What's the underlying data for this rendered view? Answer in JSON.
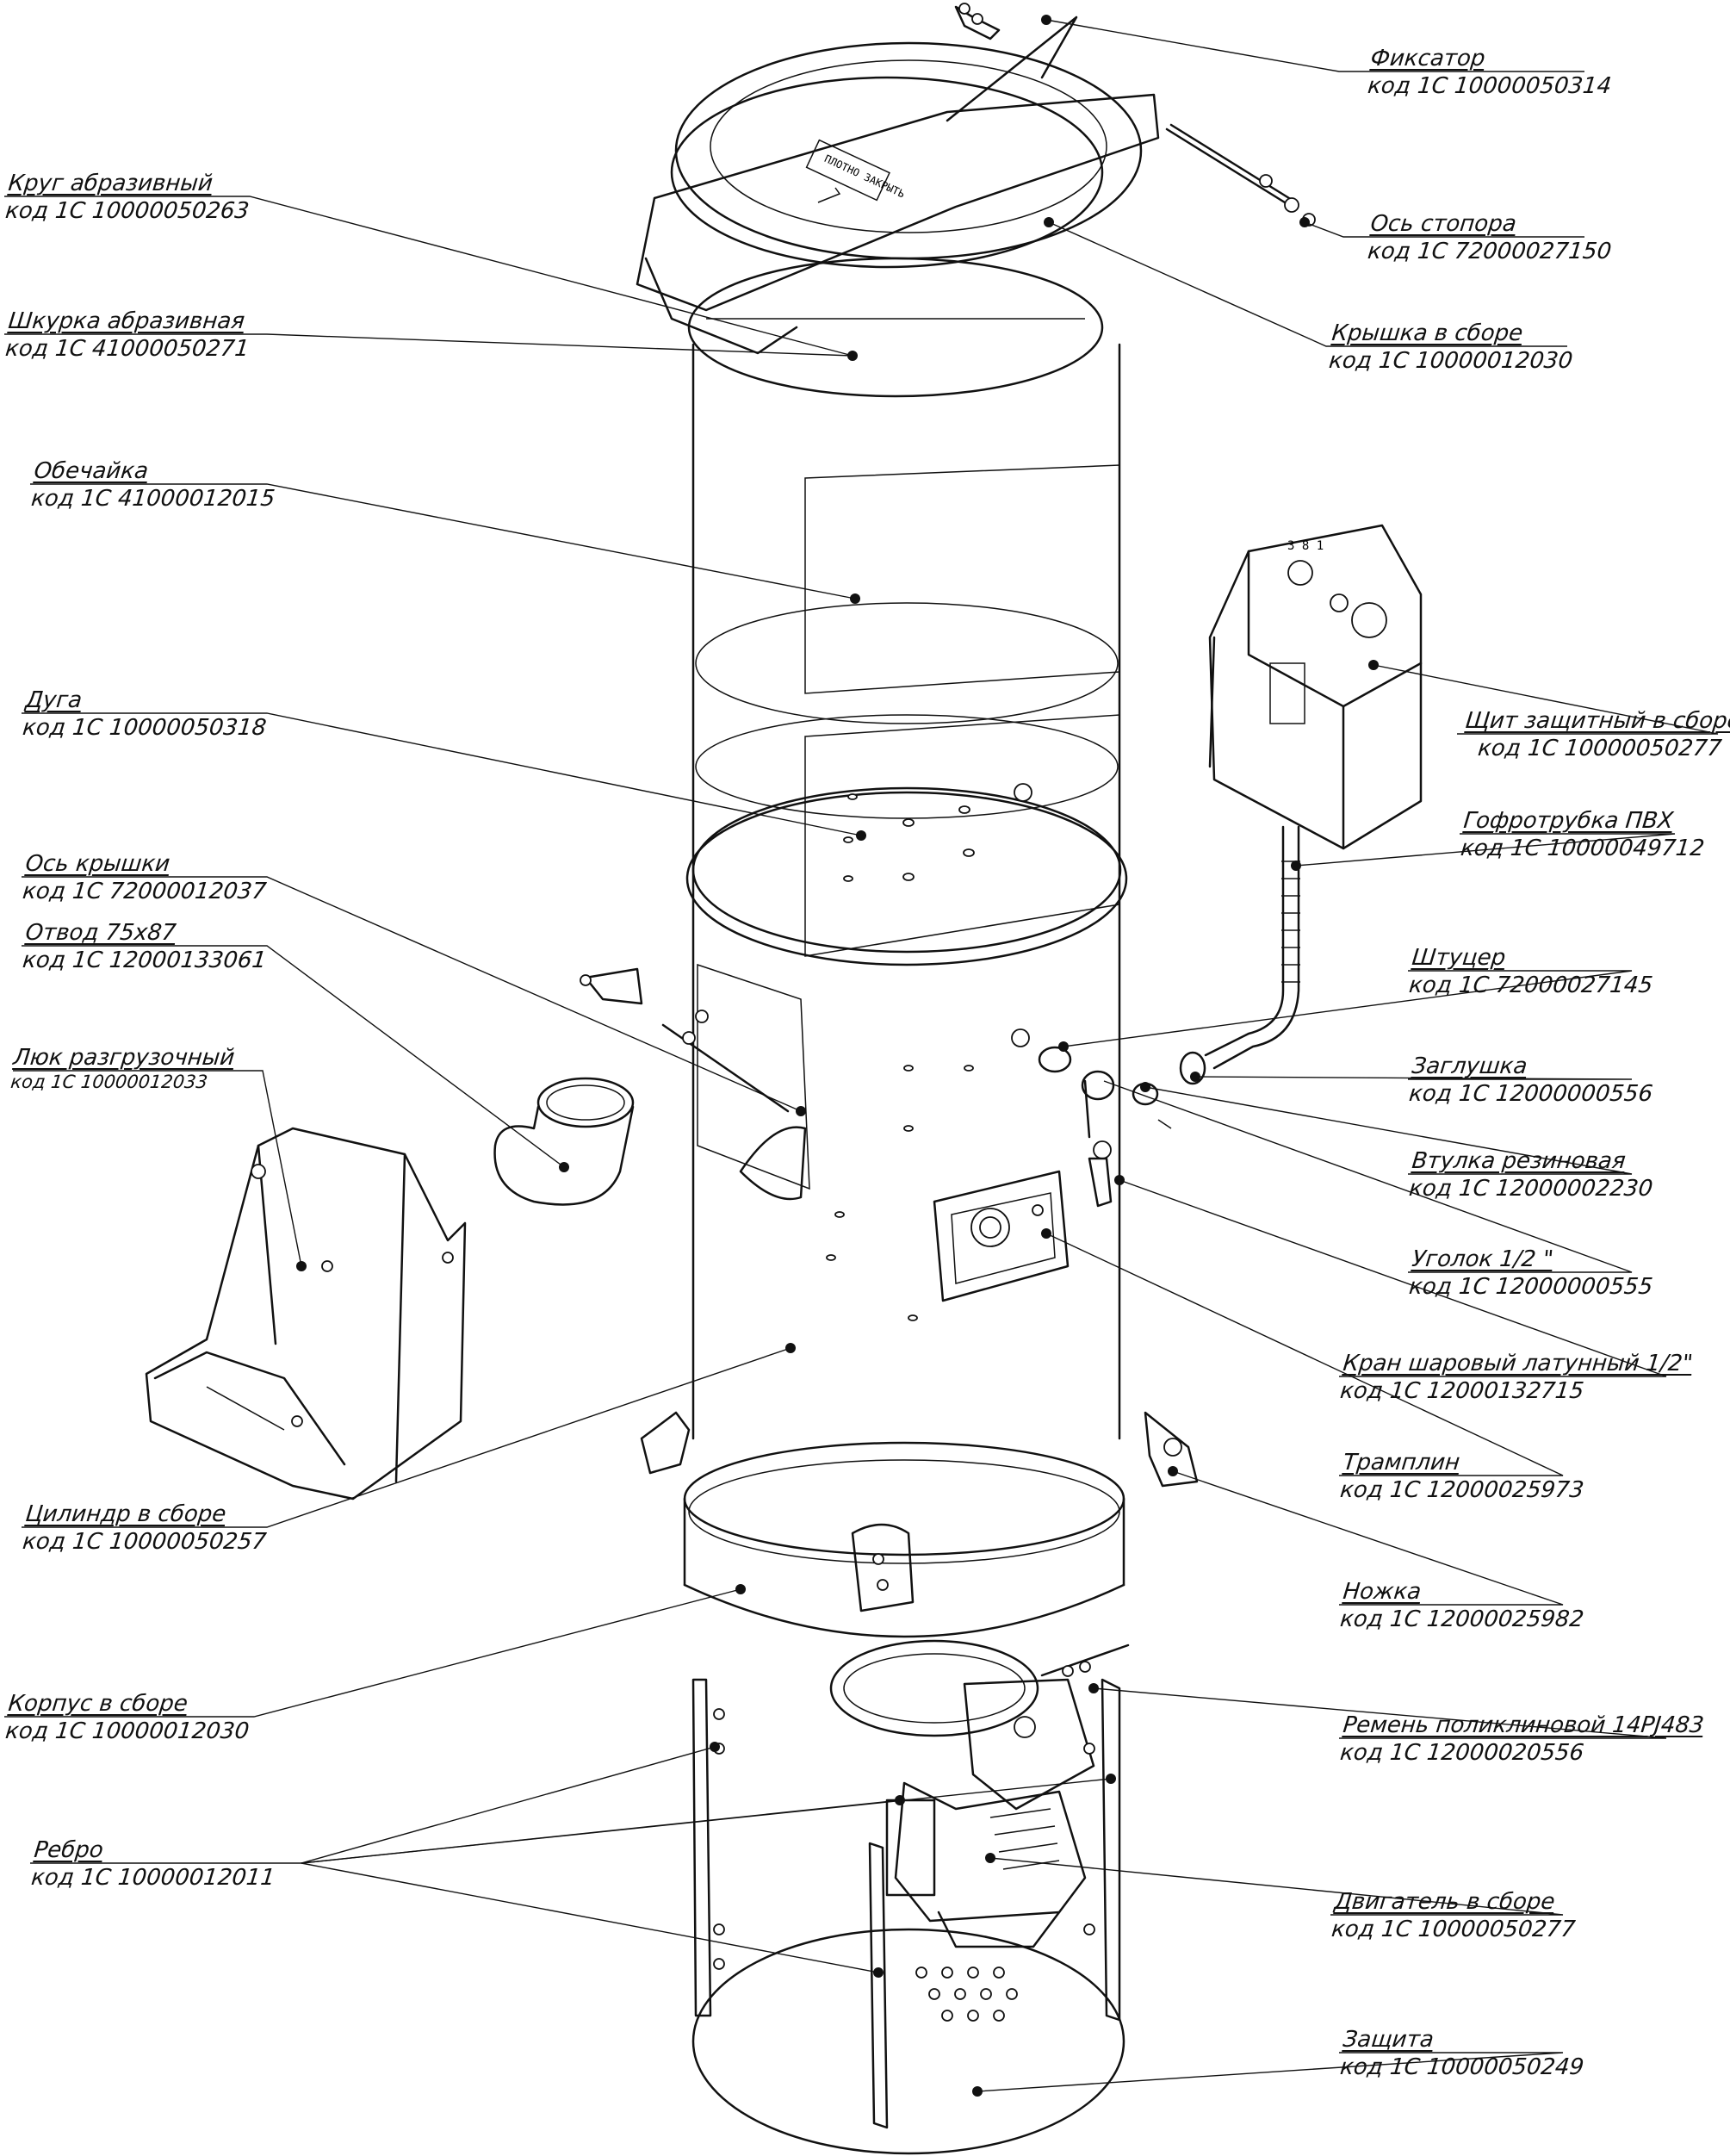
{
  "callouts": [
    {
      "id": "fiksator",
      "name": "Фиксатор",
      "code": "код 1С 10000050314"
    },
    {
      "id": "krug",
      "name": "Круг абразивный",
      "code": "код 1С 10000050263"
    },
    {
      "id": "os-stopora",
      "name": "Ось стопора",
      "code": "код 1С 72000027150"
    },
    {
      "id": "shkurka",
      "name": "Шкурка абразивная",
      "code": "код 1С 41000050271"
    },
    {
      "id": "kryshka",
      "name": "Крышка в сборе",
      "code": "код 1С 10000012030"
    },
    {
      "id": "obechaika",
      "name": "Обечайка",
      "code": "код 1С 41000012015"
    },
    {
      "id": "shchit",
      "name": "Щит защитный в сборе",
      "code": "код 1С 10000050277"
    },
    {
      "id": "duga",
      "name": "Дуга",
      "code": "код 1С 10000050318"
    },
    {
      "id": "gofrotrubka",
      "name": "Гофротрубка ПВХ",
      "code": "код 1С 10000049712"
    },
    {
      "id": "os-kryshki",
      "name": "Ось крышки",
      "code": "код 1С 72000012037"
    },
    {
      "id": "otvod",
      "name": "Отвод 75х87",
      "code": "код 1С 12000133061"
    },
    {
      "id": "shtucer",
      "name": "Штуцер",
      "code": "код 1С 72000027145"
    },
    {
      "id": "lyuk",
      "name": "Люк разгрузочный",
      "code": "код 1С 10000012033"
    },
    {
      "id": "zaglushka",
      "name": "Заглушка",
      "code": "код 1С 12000000556"
    },
    {
      "id": "vtulka",
      "name": "Втулка резиновая",
      "code": "код 1С 12000002230"
    },
    {
      "id": "ugolok",
      "name": "Уголок 1/2 \"",
      "code": "код 1С 12000000555"
    },
    {
      "id": "kran",
      "name": "Кран шаровый латунный 1/2\"",
      "code": "код 1С 12000132715"
    },
    {
      "id": "tramplin",
      "name": "Трамплин",
      "code": "код 1С 12000025973"
    },
    {
      "id": "cilindr",
      "name": "Цилиндр в сборе",
      "code": "код 1С 10000050257"
    },
    {
      "id": "nozhka",
      "name": "Ножка",
      "code": "код 1С 12000025982"
    },
    {
      "id": "korpus",
      "name": "Корпус в сборе",
      "code": "код 1С 10000012030"
    },
    {
      "id": "remen",
      "name": "Ремень поликлиновой 14PJ483",
      "code": "код 1С 12000020556"
    },
    {
      "id": "rebro",
      "name": "Ребро",
      "code": "код 1С 10000012011"
    },
    {
      "id": "dvigatel",
      "name": "Двигатель в сборе",
      "code": "код 1С 10000050277"
    },
    {
      "id": "zashchita",
      "name": "Защита",
      "code": "код 1С 10000050249"
    }
  ],
  "device_labels": {
    "cover_plate": "ПЛОТНО ЗАКРЫТЬ",
    "panel_code": "3 8 1"
  }
}
